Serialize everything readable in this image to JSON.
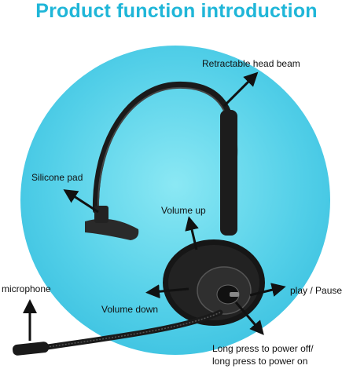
{
  "title": "Product function introduction",
  "labels": {
    "head_beam": "Retractable head beam",
    "silicone_pad": "Silicone pad",
    "volume_up": "Volume up",
    "microphone": "microphone",
    "volume_down": "Volume down",
    "play_pause": "play / Pause",
    "power_line1": "Long press to power off/",
    "power_line2": "long press to power on"
  },
  "colors": {
    "title": "#1fb6d8",
    "circle": "#52cfe8",
    "headset": "#1a1a1a"
  }
}
